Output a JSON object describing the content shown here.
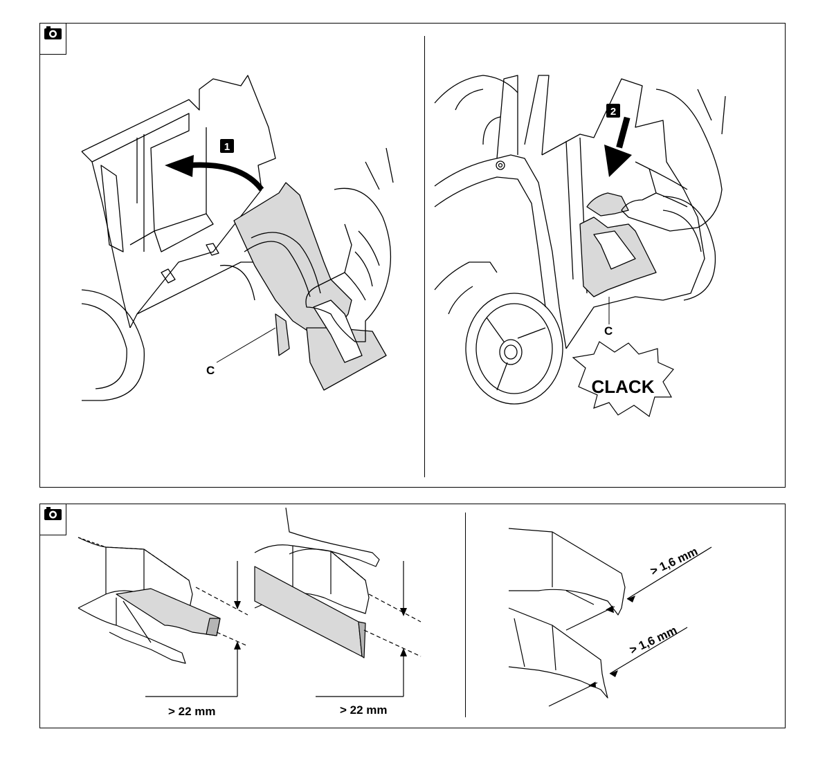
{
  "top_panel": {
    "left_scene": {
      "step_number": "1",
      "part_label": "C"
    },
    "right_scene": {
      "step_number": "2",
      "part_label": "C",
      "sound_text": "CLACK"
    }
  },
  "bottom_panel": {
    "measure_1": "> 22 mm",
    "measure_2": "> 22 mm",
    "measure_3": "> 1,6 mm",
    "measure_4": "> 1,6 mm"
  },
  "icons": [
    "camera-icon",
    "camera-icon"
  ],
  "colors": {
    "line": "#000000",
    "fill_gray": "#d9d9d9",
    "background": "#ffffff"
  }
}
